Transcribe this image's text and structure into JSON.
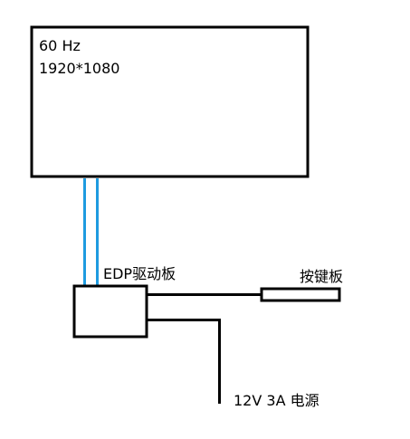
{
  "display": {
    "refresh_rate": "60 Hz",
    "resolution": "1920*1080"
  },
  "driver_board": {
    "label": "EDP驱动板"
  },
  "keypad": {
    "label": "按键板"
  },
  "power_supply": {
    "label": "12V 3A 电源"
  },
  "colors": {
    "outline": "#000000",
    "edp_cable": "#1e9be0",
    "background": "#ffffff"
  }
}
